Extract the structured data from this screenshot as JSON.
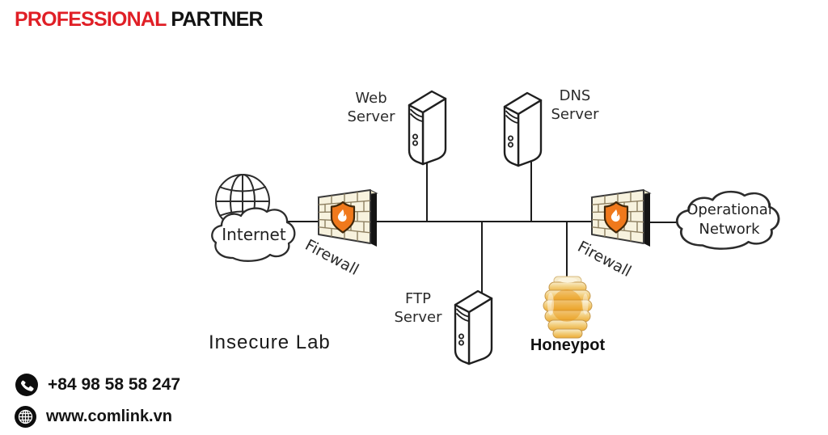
{
  "header": {
    "title_red": "PROFESSIONAL",
    "title_black": "PARTNER"
  },
  "diagram": {
    "nodes": {
      "internet": {
        "label": "Internet",
        "type": "cloud"
      },
      "firewall_left": {
        "label": "Firewall",
        "type": "firewall"
      },
      "web_server": {
        "label": "Web Server",
        "type": "server"
      },
      "dns_server": {
        "label": "DNS Server",
        "type": "server"
      },
      "ftp_server": {
        "label": "FTP Server",
        "type": "server"
      },
      "honeypot": {
        "label": "Honeypot",
        "type": "honeypot"
      },
      "firewall_right": {
        "label": "Firewall",
        "type": "firewall"
      },
      "operational_network": {
        "label": "Operational Network",
        "type": "cloud"
      }
    },
    "edges": [
      "internet - firewall_left",
      "firewall_left - lan_bus",
      "lan_bus - web_server",
      "lan_bus - dns_server",
      "lan_bus - ftp_server",
      "lan_bus - honeypot",
      "lan_bus - firewall_right",
      "firewall_right - operational_network"
    ],
    "caption": "Insecure Lab"
  },
  "footer": {
    "phone": "+84 98 58 58 247",
    "website": "www.comlink.vn"
  },
  "colors": {
    "brand_red": "#E01F26",
    "text_black": "#121212",
    "diagram_line": "#1c1c1c",
    "firewall_brick": "#F7F2DE",
    "firewall_shield_orange": "#F0791C",
    "honey_amber": "#E8930E"
  }
}
